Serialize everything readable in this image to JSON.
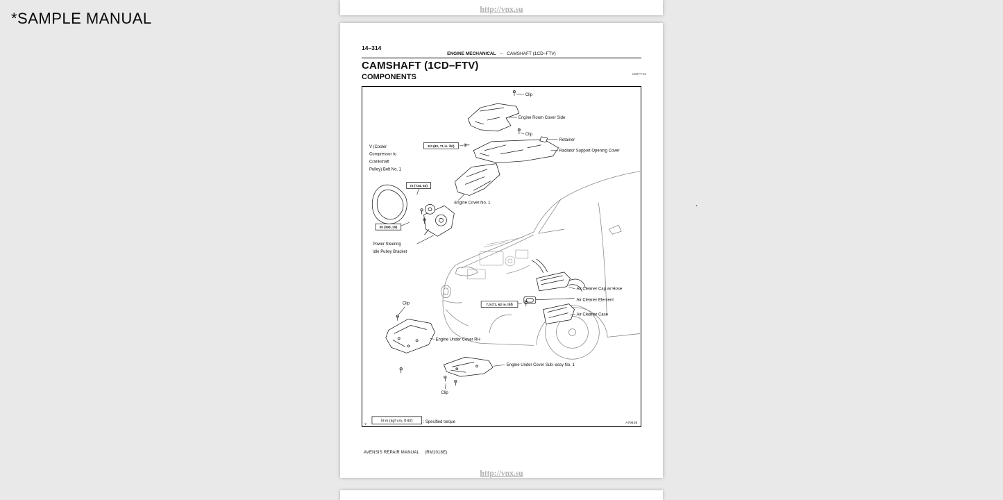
{
  "banner": {
    "label": "*SAMPLE MANUAL"
  },
  "watermark": {
    "text": "http://vnx.su"
  },
  "artifact": {
    "dot": "."
  },
  "colors": {
    "canvas_bg": "#e9e9e9",
    "page_bg": "#ffffff",
    "watermark": "#b0b0b0",
    "ink": "#111111"
  },
  "page": {
    "page_number": "14–314",
    "header": {
      "section": "ENGINE MECHANICAL",
      "separator": "–",
      "topic": "CAMSHAFT (1CD–FTV)"
    },
    "doc_code": "U02TY-01",
    "title": "CAMSHAFT (1CD–FTV)",
    "subtitle": "COMPONENTS",
    "figure": {
      "labels": {
        "clip_top": "Clip",
        "engine_room_cover_side": "Engine Room Cover Side",
        "clip_upper": "Clip",
        "retainer": "Retainer",
        "radiator_support_opening_cover": "Radiator Support Opening Cover",
        "v_belt_lines": [
          "V (Cooler",
          "Compressor to",
          "Crankshaft",
          "Pulley) Belt No. 1"
        ],
        "engine_cover_no1": "Engine Cover No. 1",
        "power_steering_lines": [
          "Power Steering",
          "Idle Pulley Bracket"
        ],
        "air_cleaner_cap": "Air Cleaner Cap w/ Hose",
        "air_cleaner_element": "Air Cleaner Element",
        "air_cleaner_case": "Air Cleaner Case",
        "clip_mid": "Clip",
        "engine_under_cover_rh": "Engine Under Cover RH",
        "engine_under_cover_sub": "Engine Under Cover Sub–assy No. 1",
        "clip_bottom": "Clip"
      },
      "torques": {
        "t80": "8.0 (82, 71 in. lbf)",
        "t72": "72 (734, 53)",
        "t39": "39 (398, 29)",
        "t70": "7.0 (71, 62 in. lbf)"
      },
      "legend": {
        "unit_box": "N·m (kgf·cm, ft·lbf)",
        "text": ": Specified torque"
      },
      "figure_code": "A79426",
      "y_marker": "Y"
    },
    "footer": {
      "manual": "AVENSIS REPAIR MANUAL",
      "code": "(RM1018E)"
    }
  }
}
